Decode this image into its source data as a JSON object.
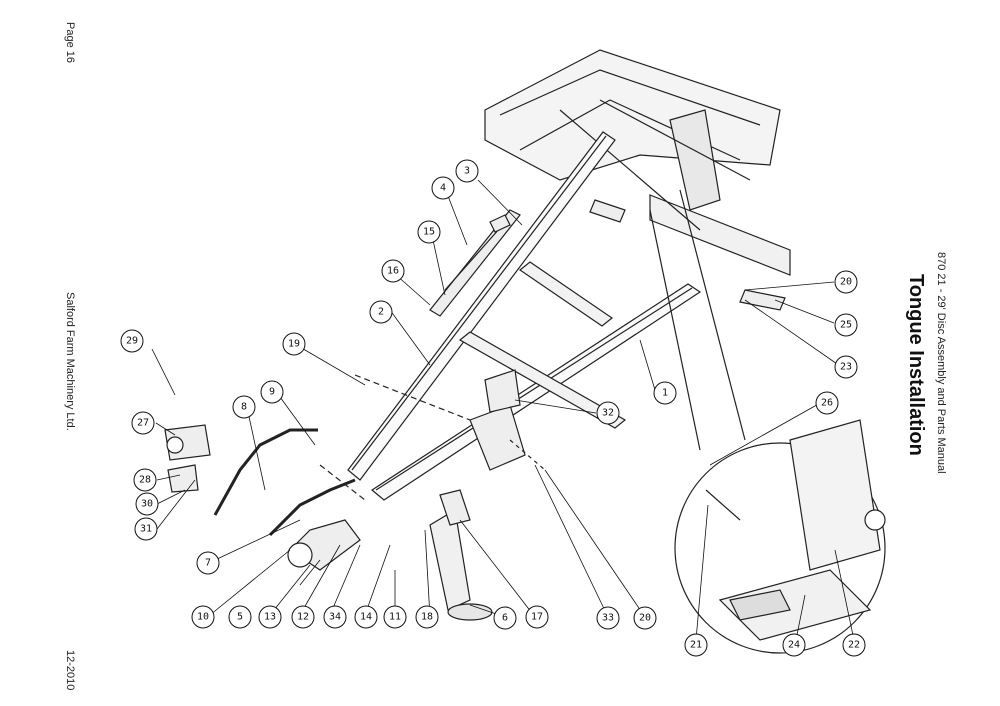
{
  "page_label": "Page 16",
  "company": "Salford Farm Machinery Ltd.",
  "date": "12-2010",
  "manual_title": "870 21 - 29' Disc Assembly and Parts Manual",
  "section_title": "Tongue Installation",
  "callouts": [
    "1",
    "2",
    "3",
    "4",
    "5",
    "6",
    "7",
    "8",
    "9",
    "10",
    "11",
    "12",
    "13",
    "14",
    "15",
    "16",
    "17",
    "18",
    "19",
    "20",
    "20",
    "21",
    "22",
    "23",
    "24",
    "25",
    "26",
    "27",
    "28",
    "29",
    "30",
    "31",
    "32",
    "33",
    "34"
  ]
}
